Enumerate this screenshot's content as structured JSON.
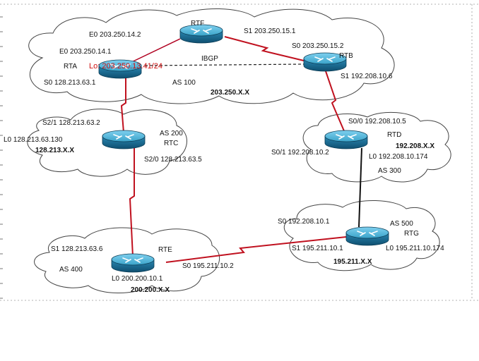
{
  "colors": {
    "serial_link": "#c0111f",
    "ethernet_link": "#b00020",
    "ibgp_link": "#222222",
    "router_top": "#3aa3c9",
    "router_body": "#1a6f96",
    "cloud_stroke": "#444444",
    "highlight_text": "#d01010"
  },
  "icons": {
    "router": "router-icon",
    "cloud": "cloud-icon"
  },
  "routers": {
    "rtf": {
      "name": "RTF"
    },
    "rta": {
      "name": "RTA"
    },
    "rtb": {
      "name": "RTB"
    },
    "rtc": {
      "name": "RTC"
    },
    "rtd": {
      "name": "RTD"
    },
    "rte": {
      "name": "RTE"
    },
    "rtg": {
      "name": "RTG"
    }
  },
  "interfaces": {
    "rtf_e0": "E0 203.250.14.2",
    "rtf_s1": "S1 203.250.15.1",
    "rta_e0": "E0 203.250.14.1",
    "rta_lo": "Lo: 203.250.13.41/24",
    "rta_s0": "S0 128.213.63.1",
    "rtb_s0": "S0 203.250.15.2",
    "rtb_s1": "S1 192.208.10.6",
    "rtc_s21": "S2/1 128.213.63.2",
    "rtc_l0": "L0 128.213.63.130",
    "rtc_s20": "S2/0 128.213.63.5",
    "rtd_s00": "S0/0 192.208.10.5",
    "rtd_s01": "S0/1 192.208.10.2",
    "rtd_l0": "L0 192.208.10.174",
    "rte_s1": "S1 128.213.63.6",
    "rte_s0": "S0 195.211.10.2",
    "rte_l0": "L0 200.200.10.1",
    "rtg_s0": "S0 192.208.10.1",
    "rtg_s1": "S1 195.211.10.1",
    "rtg_l0": "L0 195.211.10.174"
  },
  "links": {
    "ibgp": "IBGP"
  },
  "systems": {
    "as100": {
      "label": "AS 100",
      "network": "203.250.X.X"
    },
    "as200": {
      "label": "AS 200",
      "network": "128.213.X.X"
    },
    "as300": {
      "label": "AS 300",
      "network": "192.208.X.X"
    },
    "as400": {
      "label": "AS 400",
      "network": "200.200.X.X"
    },
    "as500": {
      "label": "AS 500",
      "network": "195.211.X.X"
    }
  }
}
